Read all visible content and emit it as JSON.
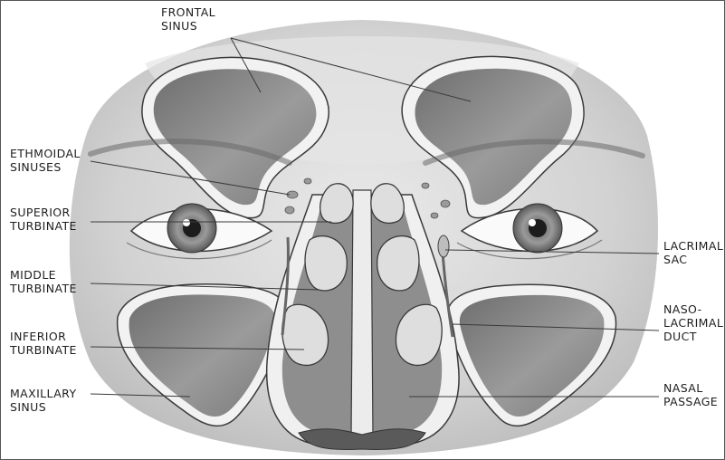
{
  "diagram": {
    "labels": {
      "frontal_sinus": [
        "FRONTAL",
        "SINUS"
      ],
      "ethmoidal_sinuses": [
        "ETHMOIDAL",
        "SINUSES"
      ],
      "superior_turbinate": [
        "SUPERIOR",
        "TURBINATE"
      ],
      "middle_turbinate": [
        "MIDDLE",
        "TURBINATE"
      ],
      "inferior_turbinate": [
        "INFERIOR",
        "TURBINATE"
      ],
      "maxillary_sinus": [
        "MAXILLARY",
        "SINUS"
      ],
      "lacrimal_sac": [
        "LACRIMAL",
        "SAC"
      ],
      "nasolacrimal_duct": [
        "NASO-",
        "LACRIMAL",
        "DUCT"
      ],
      "nasal_passage": [
        "NASAL",
        "PASSAGE"
      ]
    },
    "colors": {
      "skin": "#dcdcdc",
      "sinus_fill": "#8a8a8a",
      "sinus_rim": "#f2f2f2",
      "outline": "#2a2a2a",
      "leader_line": "#3a3a3a"
    }
  }
}
